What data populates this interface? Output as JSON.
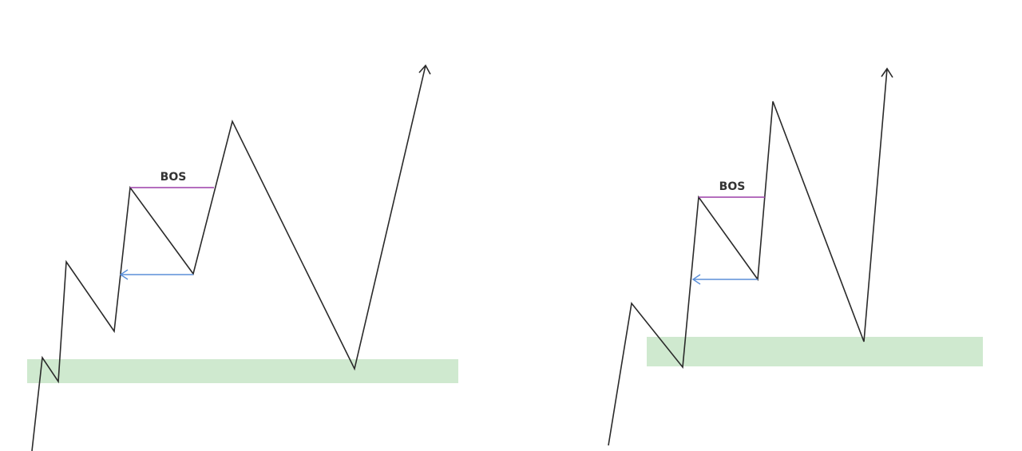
{
  "colors": {
    "background": "#ffffff",
    "price_line": "#2a2a2a",
    "zone_fill": "#cfe9cf",
    "bos_line": "#9b3fa8",
    "retrace_arrow": "#5b8fd9",
    "label_text": "#333333"
  },
  "panels": [
    {
      "bos_label": "BOS",
      "zone": "demand",
      "final_move": "up-arrow"
    },
    {
      "bos_label": "BOS",
      "zone": "demand",
      "final_move": "up-arrow"
    }
  ]
}
